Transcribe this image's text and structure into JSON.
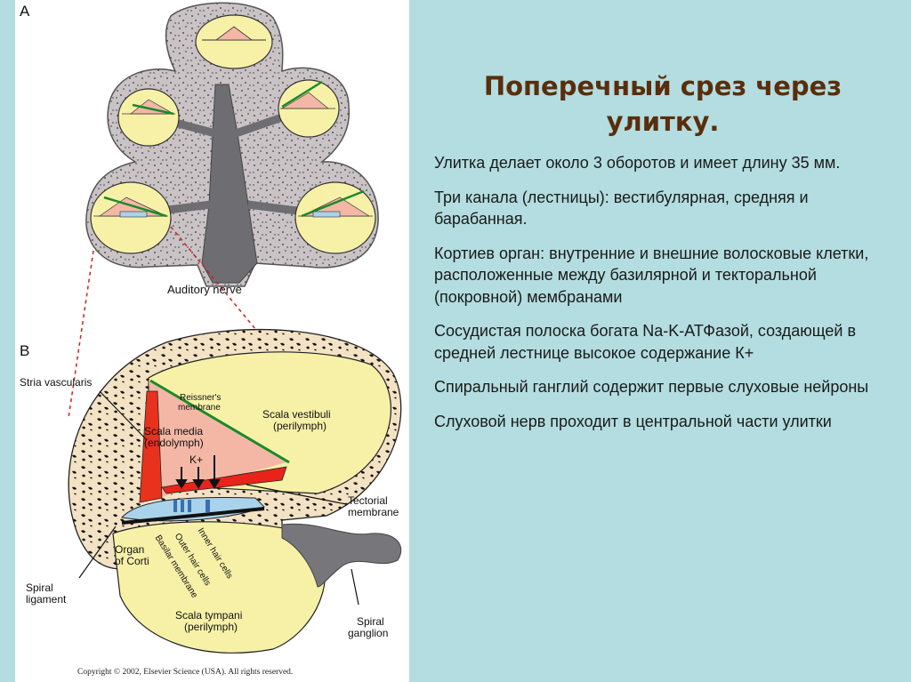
{
  "slide": {
    "title": "Поперечный срез через улитку.",
    "bullets": [
      "Улитка делает около 3 оборотов и имеет длину 35 мм.",
      "Три канала (лестницы): вестибулярная, средняя и барабанная.",
      "Кортиев орган: внутренние и внешние волосковые клетки, расположенные между базилярной и текторальной (покровной) мембранами",
      "Сосудистая полоска богата Na-K-АТФазой, создающей в средней лестнице высокое содержание К+",
      "Спиральный ганглий содержит первые слуховые нейроны",
      "Слуховой нерв проходит в центральной части улитки"
    ]
  },
  "figure": {
    "panel_a": "A",
    "panel_b": "B",
    "auditory_nerve": "Auditory nerve",
    "stria_vascularis": "Stria vascularis",
    "reissners_membrane_1": "Reissner's",
    "reissners_membrane_2": "membrane",
    "scala_vestibuli_1": "Scala vestibuli",
    "scala_vestibuli_2": "(perilymph)",
    "scala_media_1": "Scala media",
    "scala_media_2": "(endolymph)",
    "k_plus": "K+",
    "tectorial_1": "Tectorial",
    "tectorial_2": "membrane",
    "organ_1": "Organ",
    "organ_2": "of Corti",
    "basilar_membrane": "Basilar membrane",
    "outer_hair_cells": "Outer hair cells",
    "inner_hair_cells": "Inner hair cells",
    "spiral_ligament_1": "Spiral",
    "spiral_ligament_2": "ligament",
    "scala_tympani_1": "Scala tympani",
    "scala_tympani_2": "(perilymph)",
    "spiral_ganglion_1": "Spiral",
    "spiral_ganglion_2": "ganglion",
    "copyright": "Copyright © 2002, Elsevier Science (USA). All rights reserved."
  },
  "colors": {
    "background": "#b3dde0",
    "title": "#5a2e0c",
    "perilymph": "#f7f1a8",
    "endolymph": "#f4b7a6",
    "stria": "#e8321e",
    "bone": "#c9c3c6",
    "reissner": "#1a8a2a",
    "organ": "#a9d3ea"
  }
}
